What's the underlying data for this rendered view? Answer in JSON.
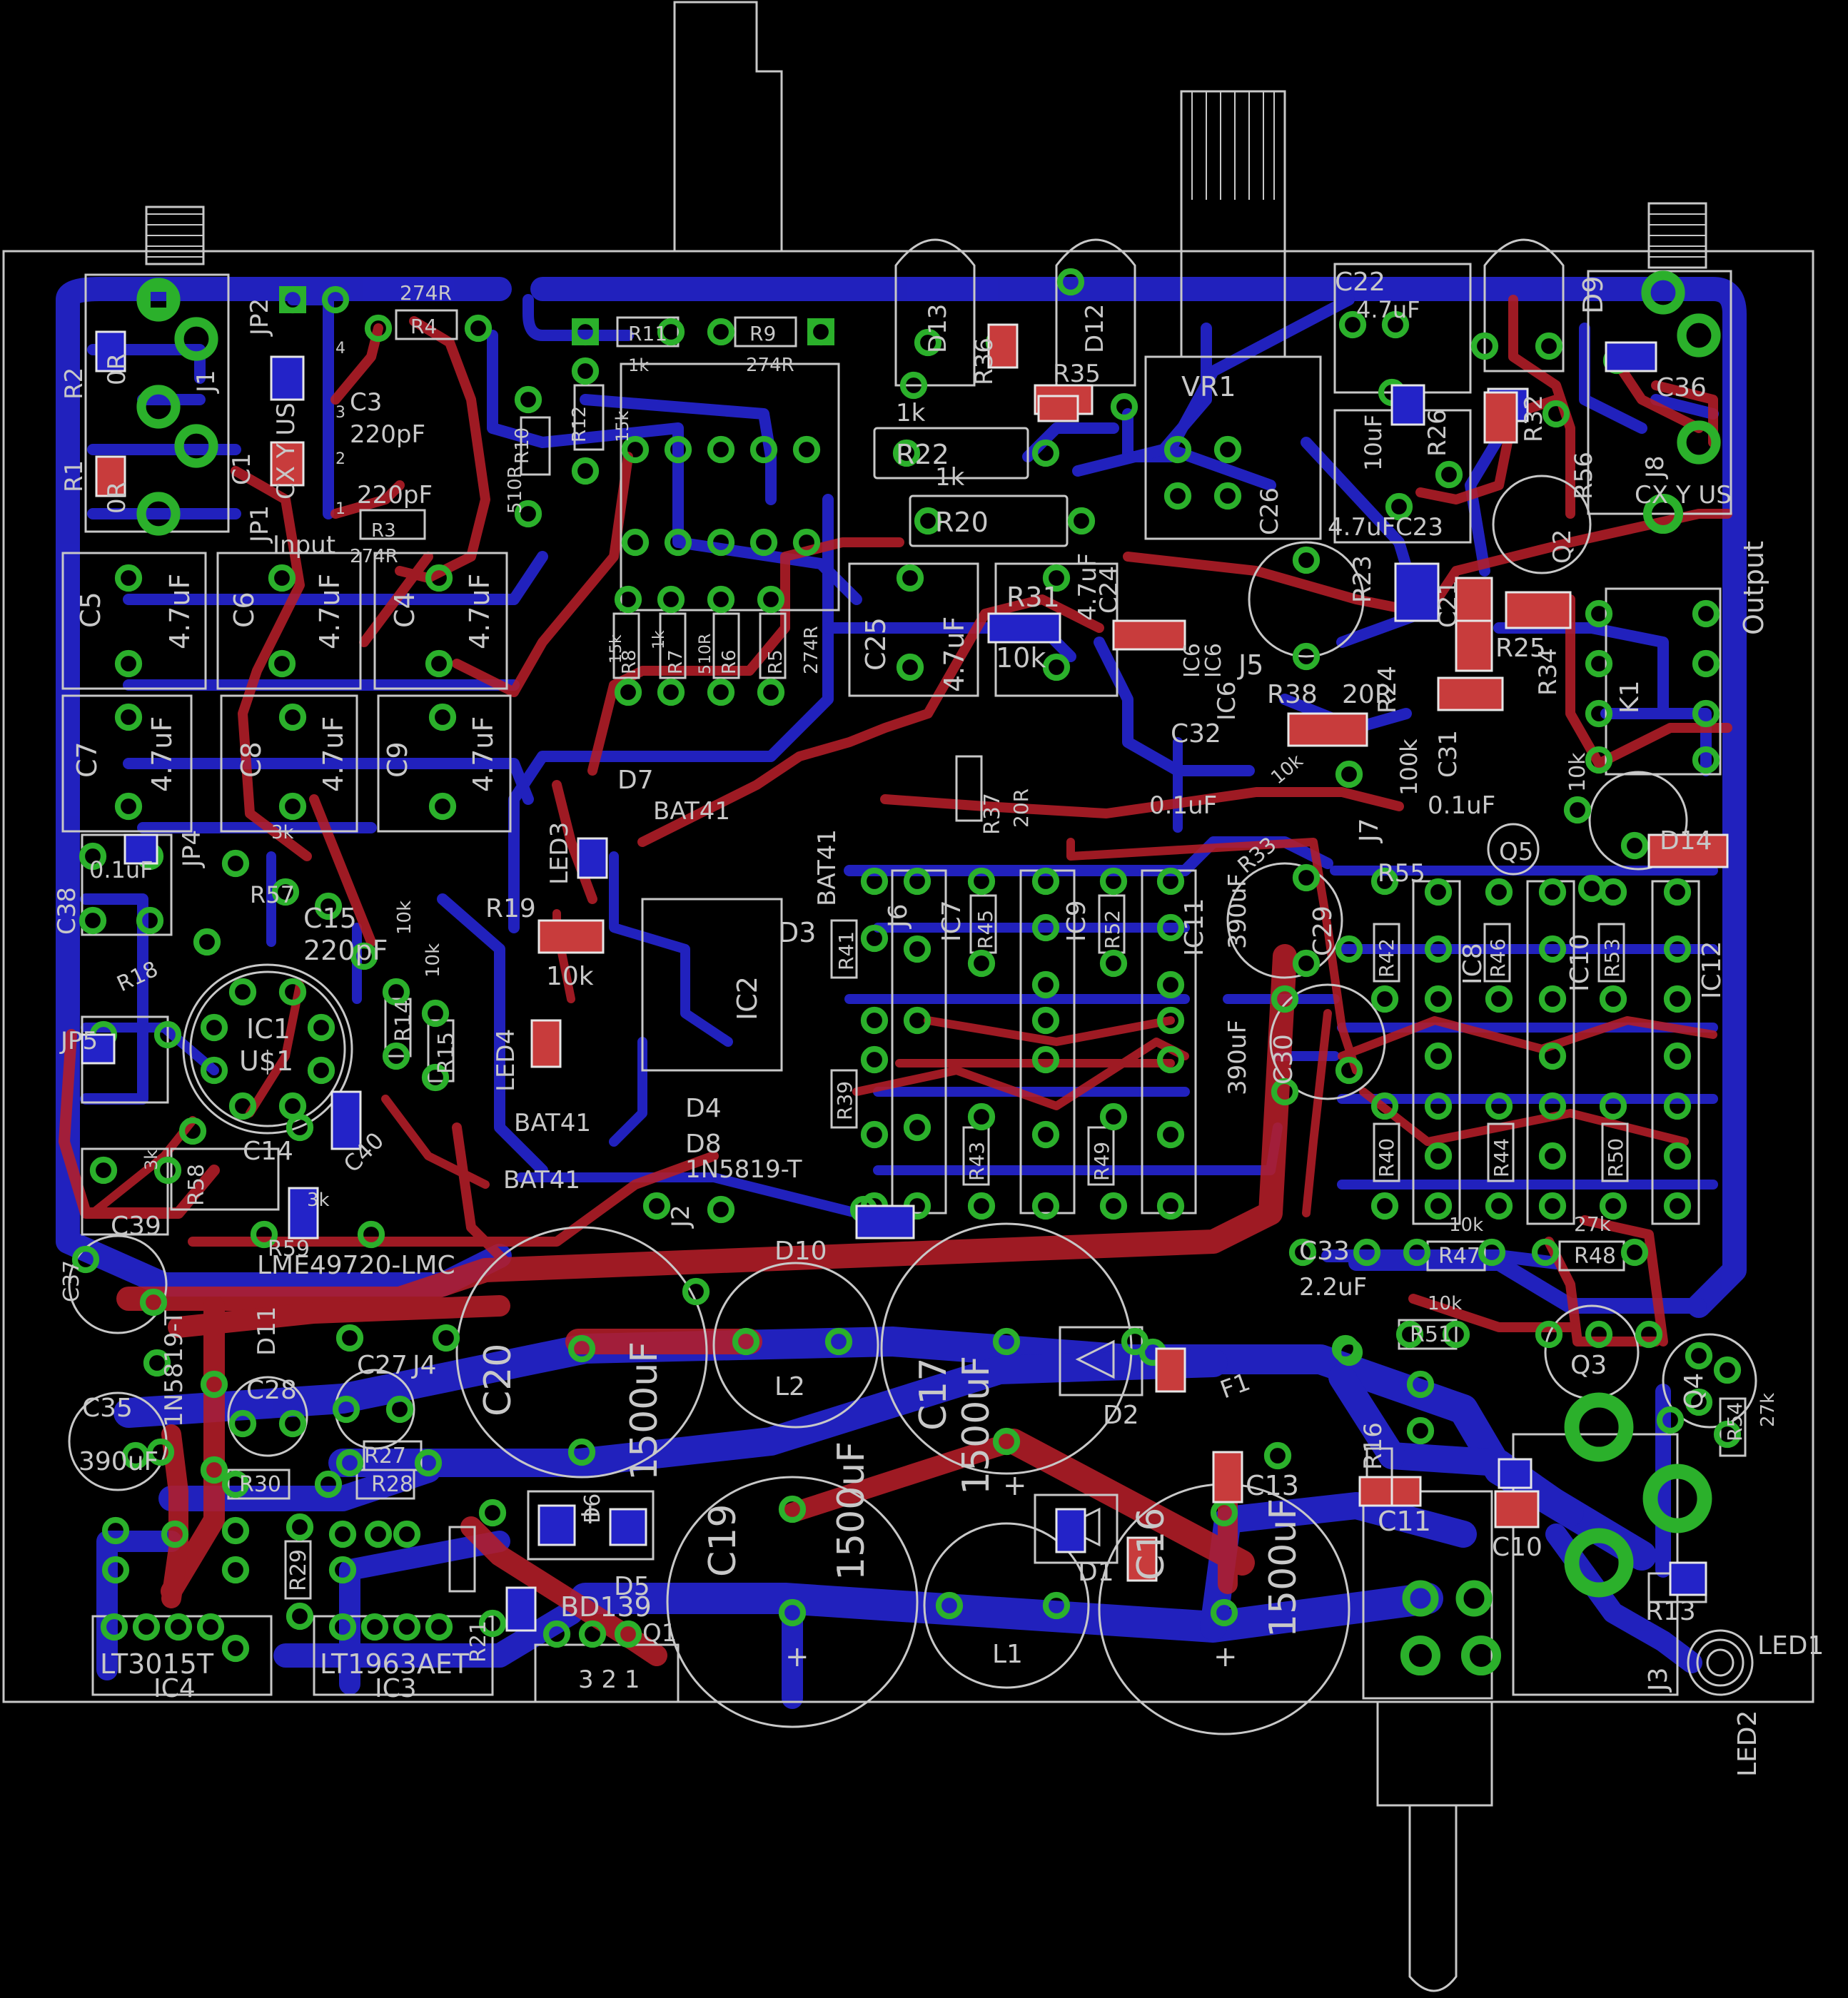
{
  "colors": {
    "background": "#000000",
    "outline": "#c8c8c8",
    "top_copper": "#b41e28",
    "bottom_copper": "#2323c8",
    "pad": "#2bb02b",
    "smd": "#c83c3c",
    "silk": "#c8c8c8"
  },
  "labels": {
    "J1": "J1",
    "R2": "R2",
    "R1": "R1",
    "zeroR_a": "0R",
    "zeroR_b": "0R",
    "JP2": "JP2",
    "JP1": "JP1",
    "CX": "CX Y US",
    "C1": "C1",
    "R4": "R4",
    "R4v": "274R",
    "C3": "C3",
    "C3v": "220pF",
    "C2v": "220pF",
    "R3": "R3",
    "R3v": "274R",
    "input": "Input",
    "n1": "1",
    "n2": "2",
    "n3": "3",
    "n4": "4",
    "R11": "R11",
    "R11v": "1k",
    "R9": "R9",
    "R9v": "274R",
    "R12": "R12",
    "R12v": "15k",
    "R10": "R10",
    "R10v": "510R",
    "R8": "R8",
    "R7": "R7",
    "R6": "R6",
    "R5": "R5",
    "R8v": "15k",
    "R7v": "1k",
    "R6v": "510R",
    "R5v": "274R",
    "D13": "D13",
    "R36": "R36",
    "D12": "D12",
    "R35": "R35",
    "VR1": "VR1",
    "R22": "R22",
    "R22v": "1k",
    "R20": "R20",
    "R20v": "1k",
    "C22": "C22",
    "C22v": "4.7uF",
    "D9": "D9",
    "R26": "R26",
    "C23": "C23",
    "C23v": "4.7uF",
    "C23v2": "10uF",
    "R32": "R32",
    "R56": "R56",
    "Q2": "Q2",
    "C36": "C36",
    "J8": "J8",
    "CX2": "CX Y US",
    "output": "Output",
    "C5": "C5",
    "C6": "C6",
    "C4": "C4",
    "C7": "C7",
    "C8": "C8",
    "C9": "C9",
    "cv": "4.7uF",
    "C25": "C25",
    "C25v": "4.7uF",
    "R31": "R31",
    "R31v": "10k",
    "C24": "C24",
    "C24v": "4.7uF",
    "C26": "C26",
    "R23": "R23",
    "C21": "C21",
    "R25": "R25",
    "K1": "K1",
    "R24": "R24",
    "R24v": "100k",
    "R34": "R34",
    "R38": "R38",
    "R38v": "20R",
    "IC6": "IC6",
    "J5": "J5",
    "C32": "C32",
    "C32v": "0.1uF",
    "C31": "C31",
    "C31v": "0.1uF",
    "R37": "R37",
    "R37v": "20R",
    "R33": "R33",
    "R33v": "10k",
    "J7": "J7",
    "R55": "R55",
    "D14": "D14",
    "Q5": "Q5",
    "R10k": "10k",
    "D7": "D7",
    "BAT41a": "BAT41",
    "BAT41b": "BAT41",
    "BAT41c": "BAT41",
    "BAT41d": "BAT41",
    "LED3": "LED3",
    "LED4": "LED4",
    "R19": "R19",
    "R19v": "10k",
    "D3": "D3",
    "D4": "D4",
    "D8": "D8",
    "IC2": "IC2",
    "IN5819": "1N5819-T",
    "J2": "J2",
    "D10": "D10",
    "J6": "J6",
    "IC7": "IC7",
    "R45": "R45",
    "IC9": "IC9",
    "R52": "R52",
    "IC11": "IC11",
    "R41": "R41",
    "R39": "R39",
    "R43": "R43",
    "R49": "R49",
    "C29": "C29",
    "C29v": "390uF",
    "C30": "C30",
    "C30v": "390uF",
    "R42": "R42",
    "IC8": "IC8",
    "R46": "R46",
    "IC10": "IC10",
    "R53": "R53",
    "IC12": "IC12",
    "R40": "R40",
    "R44": "R44",
    "R50": "R50",
    "C33": "C33",
    "C33v": "2.2uF",
    "R47": "R47",
    "R47v": "10k",
    "R48": "R48",
    "R48v": "27k",
    "R51": "R51",
    "R51v": "10k",
    "Q3": "Q3",
    "Q4": "Q4",
    "R54": "R54",
    "R54v": "27k",
    "C38": "C38",
    "C1uf": "0.1uF",
    "JP4": "JP4",
    "R57": "R57",
    "R57v": "3k",
    "C15": "C15",
    "C15v": "220pF",
    "R18": "R18",
    "R14": "R14",
    "R15": "R15",
    "R14v": "10k",
    "R15v": "10k",
    "IC1": "IC1",
    "U1": "U$1",
    "JP5": "JP5",
    "C40": "C40",
    "C14": "C14",
    "R58": "R58",
    "R59": "R59",
    "R3k": "3k",
    "R3k2": "3k",
    "LME": "LME49720-LMC",
    "C39": "C39",
    "C37": "C37",
    "C35": "C35",
    "C35v": "390uF",
    "D11": "D11",
    "N5819": "1N5819-T",
    "C28": "C28",
    "C27": "C27",
    "J4": "J4",
    "R27": "R27",
    "R28": "R28",
    "R30": "R30",
    "R29": "R29",
    "R21": "R21",
    "C20": "C20",
    "C20v": "1500uF",
    "L2": "L2",
    "C17": "C17",
    "C17v": "1500uF",
    "D2": "D2",
    "F1": "F1",
    "R16": "R16",
    "C19": "C19",
    "C19v": "1500uF",
    "L1": "L1",
    "D1": "D1",
    "C16": "C16",
    "C16v": "1500uF",
    "C13": "C13",
    "C11": "C11",
    "C10": "C10",
    "D5": "D5",
    "D6": "D6",
    "BD139": "BD139",
    "Q1": "Q1",
    "Q1pins": "3 2 1",
    "LT3015": "LT3015T",
    "IC4": "IC4",
    "LT1963": "LT1963AET",
    "IC3": "IC3",
    "R13": "R13",
    "J3": "J3",
    "LED1": "LED1",
    "LED2": "LED2",
    "plus": "+",
    "minus": "-"
  }
}
